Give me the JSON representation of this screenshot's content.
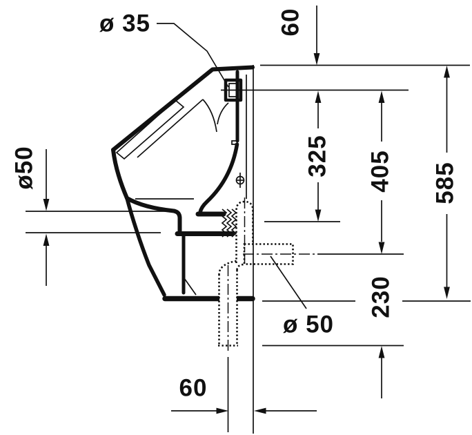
{
  "colors": {
    "ink": "#111111",
    "paper": "#ffffff"
  },
  "dims": {
    "inlet_dia": {
      "label": "ø 35"
    },
    "outlet_dia": {
      "label": "ø50"
    },
    "top_60": {
      "label": "60"
    },
    "h_325": {
      "label": "325"
    },
    "h_405": {
      "label": "405"
    },
    "h_585": {
      "label": "585"
    },
    "h_230": {
      "label": "230"
    },
    "drain_dia": {
      "label": "ø 50"
    },
    "wall_60": {
      "label": "60"
    }
  }
}
